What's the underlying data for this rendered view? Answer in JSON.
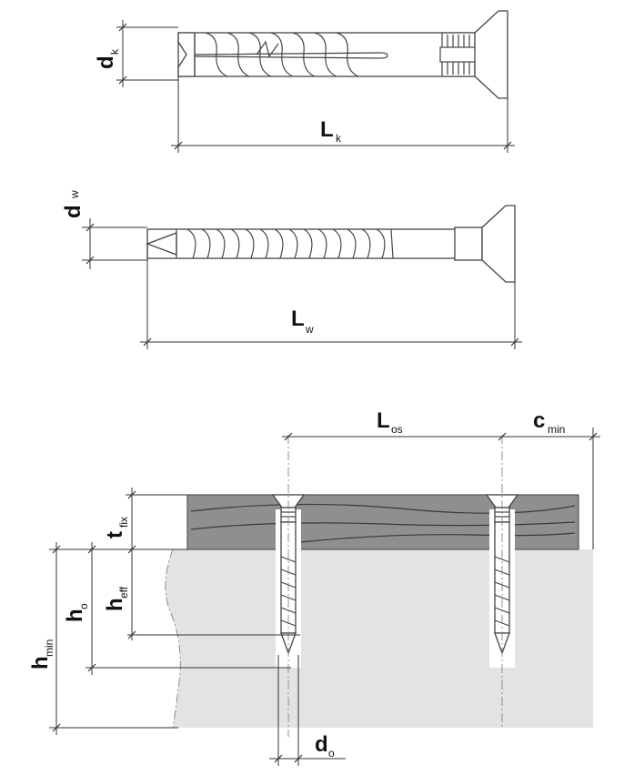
{
  "labels": {
    "dk_main": "d",
    "dk_sub": "k",
    "lk_main": "L",
    "lk_sub": "k",
    "dw_main": "d",
    "dw_sub": "w",
    "lw_main": "L",
    "lw_sub": "w",
    "los_main": "L",
    "los_sub": "os",
    "cmin_main": "c",
    "cmin_sub": "min",
    "tfix_main": "t",
    "tfix_sub": "fix",
    "hmin_main": "h",
    "hmin_sub": "min",
    "h0_main": "h",
    "h0_sub": "o",
    "heff_main": "h",
    "heff_sub": "eff",
    "d0_main": "d",
    "d0_sub": "o"
  },
  "colors": {
    "substrate": "#e3e3e3",
    "fixture": "#8f8f8f",
    "fixture_edge": "#555555",
    "line": "#333333"
  }
}
